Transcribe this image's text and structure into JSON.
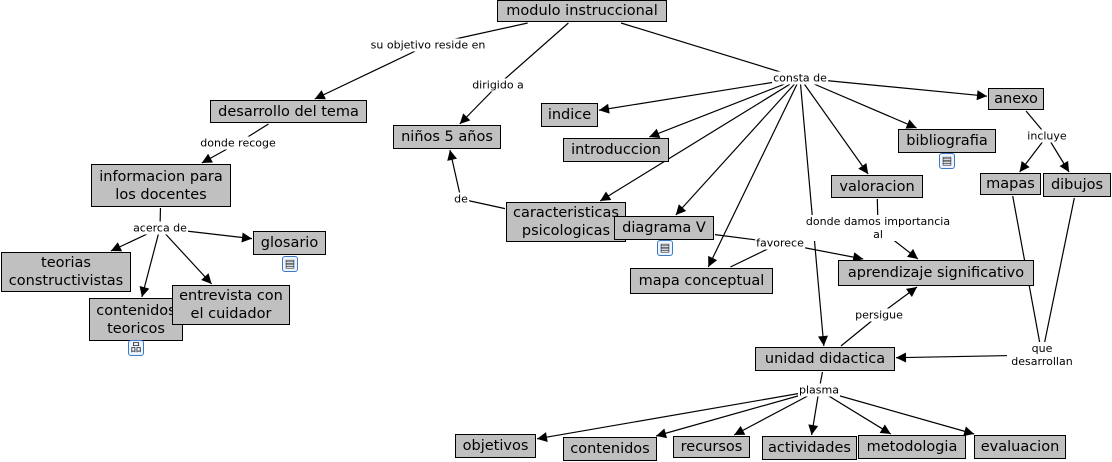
{
  "concepts": [
    {
      "id": "modulo",
      "label": "modulo instruccional"
    },
    {
      "id": "desarrollo",
      "label": "desarrollo del tema"
    },
    {
      "id": "ninos",
      "label": "niños 5 años"
    },
    {
      "id": "indice",
      "label": "indice"
    },
    {
      "id": "introduccion",
      "label": "introduccion"
    },
    {
      "id": "bibliografia",
      "label": "bibliografia",
      "icon": "document-resource-icon"
    },
    {
      "id": "anexo",
      "label": "anexo"
    },
    {
      "id": "mapas",
      "label": "mapas"
    },
    {
      "id": "dibujos",
      "label": "dibujos"
    },
    {
      "id": "valoracion",
      "label": "valoracion"
    },
    {
      "id": "informacion",
      "label": "informacion para\nlos docentes"
    },
    {
      "id": "teorias",
      "label": "teorias\nconstructivistas"
    },
    {
      "id": "glosario",
      "label": "glosario",
      "icon": "document-resource-icon"
    },
    {
      "id": "contenidos_teoricos",
      "label": "contenidos\nteoricos",
      "icon": "concept-map-resource-icon"
    },
    {
      "id": "entrevista",
      "label": "entrevista con\nel cuidador"
    },
    {
      "id": "caracteristicas",
      "label": "caracteristicas\npsicologicas"
    },
    {
      "id": "diagrama",
      "label": "diagrama V",
      "icon": "document-resource-icon"
    },
    {
      "id": "mapa_conceptual",
      "label": "mapa conceptual"
    },
    {
      "id": "aprendizaje",
      "label": "aprendizaje significativo"
    },
    {
      "id": "unidad",
      "label": "unidad didactica"
    },
    {
      "id": "objetivos",
      "label": "objetivos"
    },
    {
      "id": "contenidos",
      "label": "contenidos"
    },
    {
      "id": "recursos",
      "label": "recursos"
    },
    {
      "id": "actividades",
      "label": "actividades"
    },
    {
      "id": "metodologia",
      "label": "metodologia"
    },
    {
      "id": "evaluacion",
      "label": "evaluacion"
    }
  ],
  "linking_phrases": [
    {
      "id": "su_objetivo",
      "label": "su objetivo reside en"
    },
    {
      "id": "dirigido",
      "label": "dirigido a"
    },
    {
      "id": "consta",
      "label": "consta de"
    },
    {
      "id": "donde_recoge",
      "label": "donde recoge"
    },
    {
      "id": "acerca",
      "label": "acerca de"
    },
    {
      "id": "de",
      "label": "de"
    },
    {
      "id": "favorece",
      "label": "favorece"
    },
    {
      "id": "incluye",
      "label": "incluye"
    },
    {
      "id": "donde_damos",
      "label": "donde damos importancia\nal"
    },
    {
      "id": "persigue",
      "label": "persigue"
    },
    {
      "id": "que_desarrollan",
      "label": "que desarrollan"
    },
    {
      "id": "plasma",
      "label": "plasma"
    }
  ],
  "propositions": [
    {
      "from": [
        "modulo"
      ],
      "via": "su_objetivo",
      "to": [
        "desarrollo"
      ]
    },
    {
      "from": [
        "modulo"
      ],
      "via": "dirigido",
      "to": [
        "ninos"
      ]
    },
    {
      "from": [
        "modulo"
      ],
      "via": "consta",
      "to": [
        "indice",
        "introduccion",
        "caracteristicas",
        "diagrama",
        "mapa_conceptual",
        "valoracion",
        "bibliografia",
        "anexo",
        "unidad"
      ]
    },
    {
      "from": [
        "desarrollo"
      ],
      "via": "donde_recoge",
      "to": [
        "informacion"
      ]
    },
    {
      "from": [
        "informacion"
      ],
      "via": "acerca",
      "to": [
        "teorias",
        "contenidos_teoricos",
        "entrevista",
        "glosario"
      ]
    },
    {
      "from": [
        "caracteristicas"
      ],
      "via": "de",
      "to": [
        "ninos"
      ]
    },
    {
      "from": [
        "diagrama",
        "mapa_conceptual"
      ],
      "via": "favorece",
      "to": [
        "aprendizaje"
      ]
    },
    {
      "from": [
        "anexo"
      ],
      "via": "incluye",
      "to": [
        "mapas",
        "dibujos"
      ]
    },
    {
      "from": [
        "valoracion"
      ],
      "via": "donde_damos",
      "to": [
        "aprendizaje"
      ]
    },
    {
      "from": [
        "unidad"
      ],
      "via": "persigue",
      "to": [
        "aprendizaje"
      ]
    },
    {
      "from": [
        "mapas",
        "dibujos"
      ],
      "via": "que_desarrollan",
      "to": [
        "unidad"
      ]
    },
    {
      "from": [
        "unidad"
      ],
      "via": "plasma",
      "to": [
        "objetivos",
        "contenidos",
        "recursos",
        "actividades",
        "metodologia",
        "evaluacion"
      ]
    }
  ]
}
